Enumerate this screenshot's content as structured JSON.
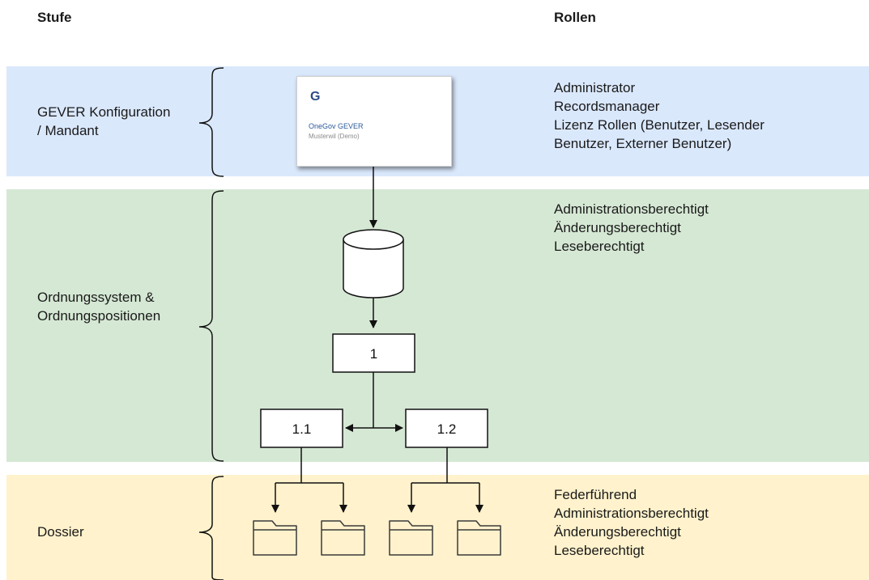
{
  "headers": {
    "stage": "Stufe",
    "roles": "Rollen"
  },
  "levels": {
    "config": {
      "stage_line1": "GEVER Konfiguration",
      "stage_line2": "/ Mandant",
      "logo": {
        "mark": "G",
        "name": "OneGov GEVER",
        "sub": "Musterwil (Demo)"
      },
      "roles": [
        "Administrator",
        "Recordsmanager",
        "Lizenz Rollen (Benutzer, Lesender",
        "Benutzer,  Externer Benutzer)"
      ]
    },
    "ordnung": {
      "stage_line1": "Ordnungssystem &",
      "stage_line2": "Ordnungspositionen",
      "roles": [
        "Administrationsberechtigt",
        "Änderungsberechtigt",
        "Leseberechtigt"
      ]
    },
    "dossier": {
      "stage_line1": "Dossier",
      "roles": [
        "Federführend",
        "Administrationsberechtigt",
        "Änderungsberechtigt",
        "Leseberechtigt"
      ]
    }
  },
  "nodes": {
    "root": "1",
    "left": "1.1",
    "right": "1.2"
  },
  "colors": {
    "blue_band": "#dae8fc",
    "green_band": "#d5e8d4",
    "yellow_band": "#fff2cc",
    "stroke": "#111111",
    "folder_stroke": "#3a3a3a"
  },
  "icons": {
    "database": "database-icon",
    "folder": "folder-icon",
    "brace": "curly-brace-icon"
  }
}
